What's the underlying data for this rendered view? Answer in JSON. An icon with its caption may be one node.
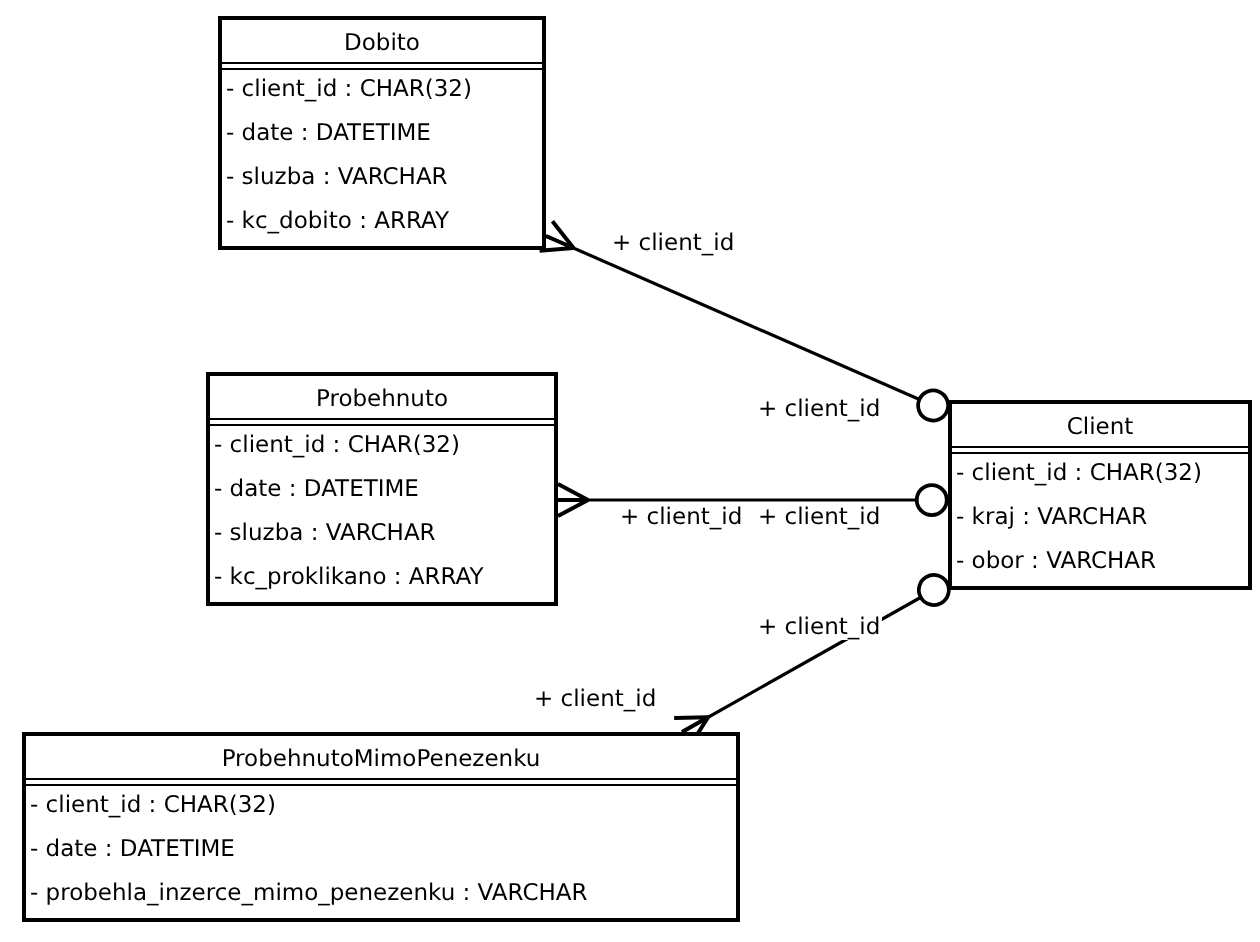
{
  "diagram": {
    "nodes": [
      {
        "text": [
          "Dobito",
          "- client_id : CHAR(32)",
          "- date : DATETIME",
          "- sluzba : VARCHAR",
          "- kc_dobito : ARRAY"
        ]
      },
      {
        "text": [
          "Probehnuto",
          "- client_id : CHAR(32)",
          "- date : DATETIME",
          "- sluzba : VARCHAR",
          "- kc_proklikano : ARRAY"
        ]
      },
      {
        "text": [
          "Client",
          "- client_id : CHAR(32)",
          "- kraj : VARCHAR",
          "- obor : VARCHAR"
        ]
      },
      {
        "text": [
          "ProbehnutoMimoPenezenku",
          "- client_id : CHAR(32)",
          "- date : DATETIME",
          "- probehla_inzerce_mimo_penezenku : VARCHAR"
        ]
      }
    ],
    "edges": [
      {
        "from": 0,
        "to": 2,
        "arrow": "other",
        "label": "+ client_id"
      },
      {
        "from": 1,
        "to": 2,
        "arrow": "other",
        "label": "+ client_id"
      },
      {
        "from": 3,
        "to": 2,
        "arrow": "other",
        "label": "+ client_id"
      }
    ],
    "labels": [
      "+ client_id",
      "+ client_id",
      "+ client_id"
    ]
  }
}
